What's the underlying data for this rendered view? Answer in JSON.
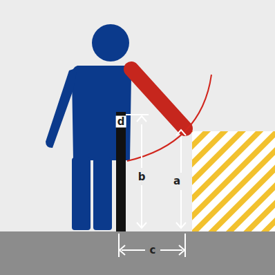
{
  "diagram": {
    "labels": [
      "d",
      "b",
      "a",
      "c"
    ]
  }
}
